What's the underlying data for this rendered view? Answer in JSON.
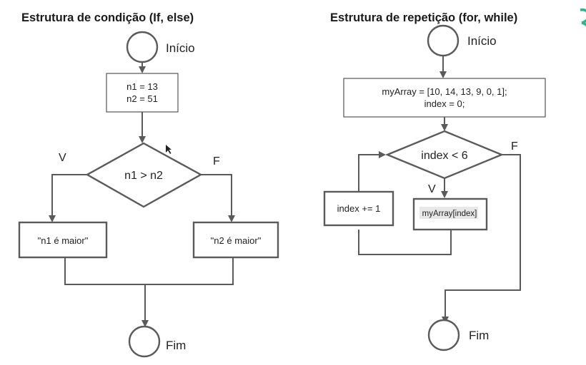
{
  "left": {
    "title": "Estrutura de condição (If, else)",
    "start_label": "Início",
    "assign_line1": "n1 = 13",
    "assign_line2": "n2 = 51",
    "condition": "n1 > n2",
    "true_label": "V",
    "false_label": "F",
    "true_box": "\"n1 é maior\"",
    "false_box": "\"n2 é maior\"",
    "end_label": "Fim"
  },
  "right": {
    "title": "Estrutura de repetição (for, while)",
    "start_label": "Início",
    "init_line1": "myArray = [10, 14, 13, 9, 0, 1];",
    "init_line2": "index = 0;",
    "condition": "index < 6",
    "false_label": "F",
    "true_label": "V",
    "increment": "index += 1",
    "body": "myArray[index]",
    "end_label": "Fim"
  },
  "colors": {
    "stroke": "#5a5a5a",
    "text": "#222222",
    "accent": "#2bb58f"
  }
}
